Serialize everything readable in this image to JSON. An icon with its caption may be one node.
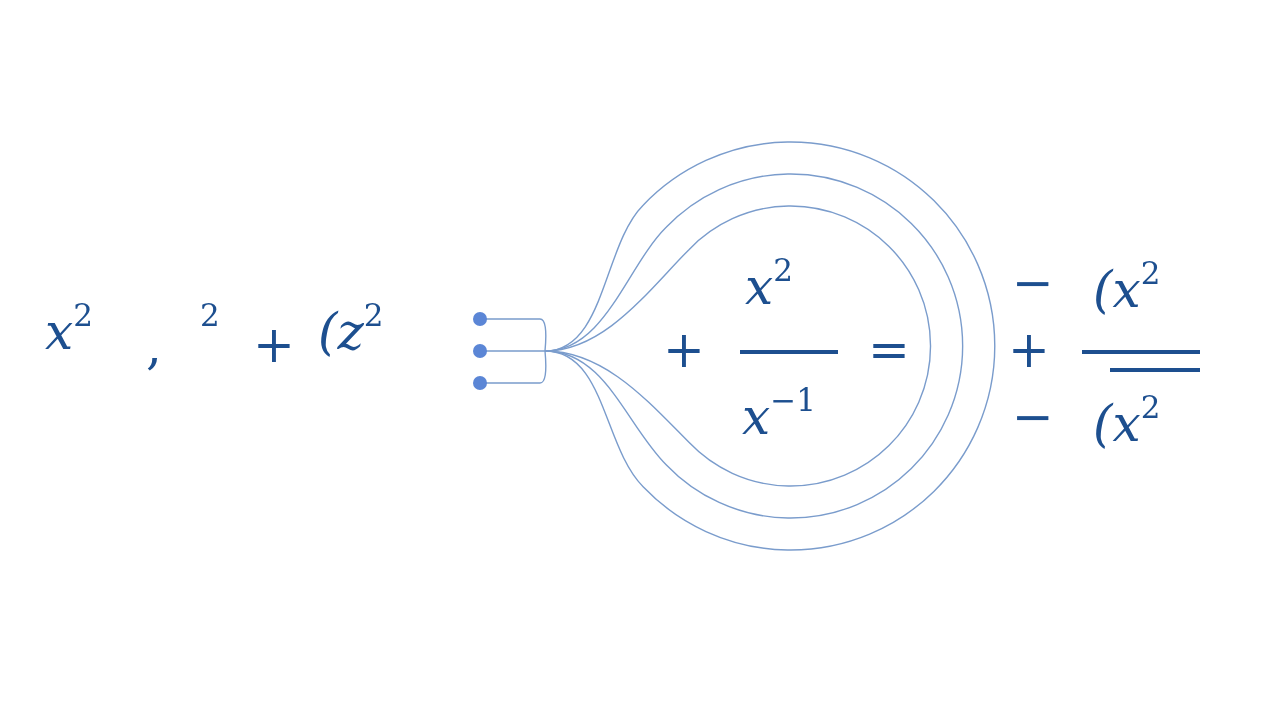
{
  "diagram": {
    "labels": [
      "x$^{2}$",
      ",",
      "$^{2}$",
      "+",
      "(z$^{2}$",
      "+",
      "x$^{2}$",
      "x$^{−1}$",
      "=",
      "−",
      "+",
      "−",
      "(x$^{2}$",
      "(x$^{2}$"
    ]
  }
}
